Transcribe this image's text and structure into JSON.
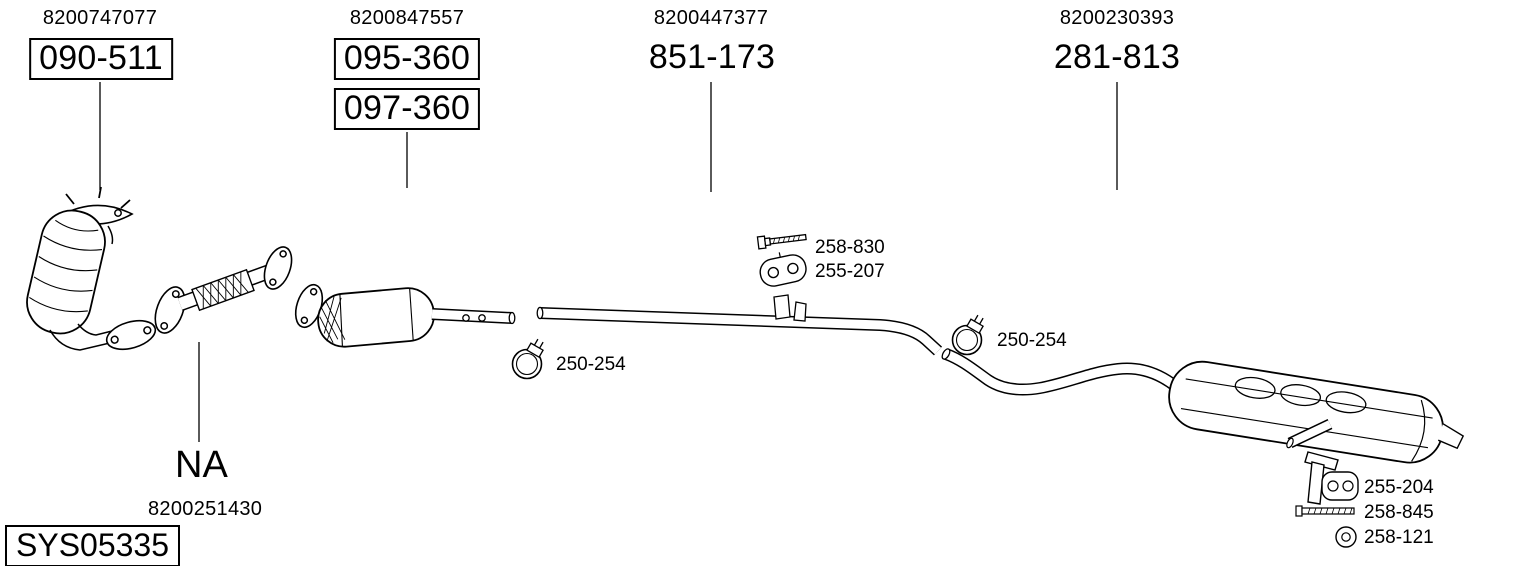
{
  "groups": [
    {
      "oem": "8200747077",
      "codes": [
        "090-511"
      ]
    },
    {
      "oem": "8200847557",
      "codes": [
        "095-360",
        "097-360"
      ]
    },
    {
      "oem": "8200447377",
      "codes": [
        "851-173"
      ]
    },
    {
      "oem": "8200230393",
      "codes": [
        "281-813"
      ]
    }
  ],
  "callouts": {
    "bolt": "258-830",
    "rubber_hanger": "255-207",
    "clamp_front": "250-254",
    "clamp_rear": "250-254",
    "rear_bracket": "255-204",
    "rear_screw": "258-845",
    "rear_washer": "258-121"
  },
  "flex_pipe": {
    "availability": "NA",
    "oem": "8200251430"
  },
  "system": {
    "code": "SYS05335"
  },
  "colors": {
    "line": "#000000",
    "background": "#ffffff"
  }
}
